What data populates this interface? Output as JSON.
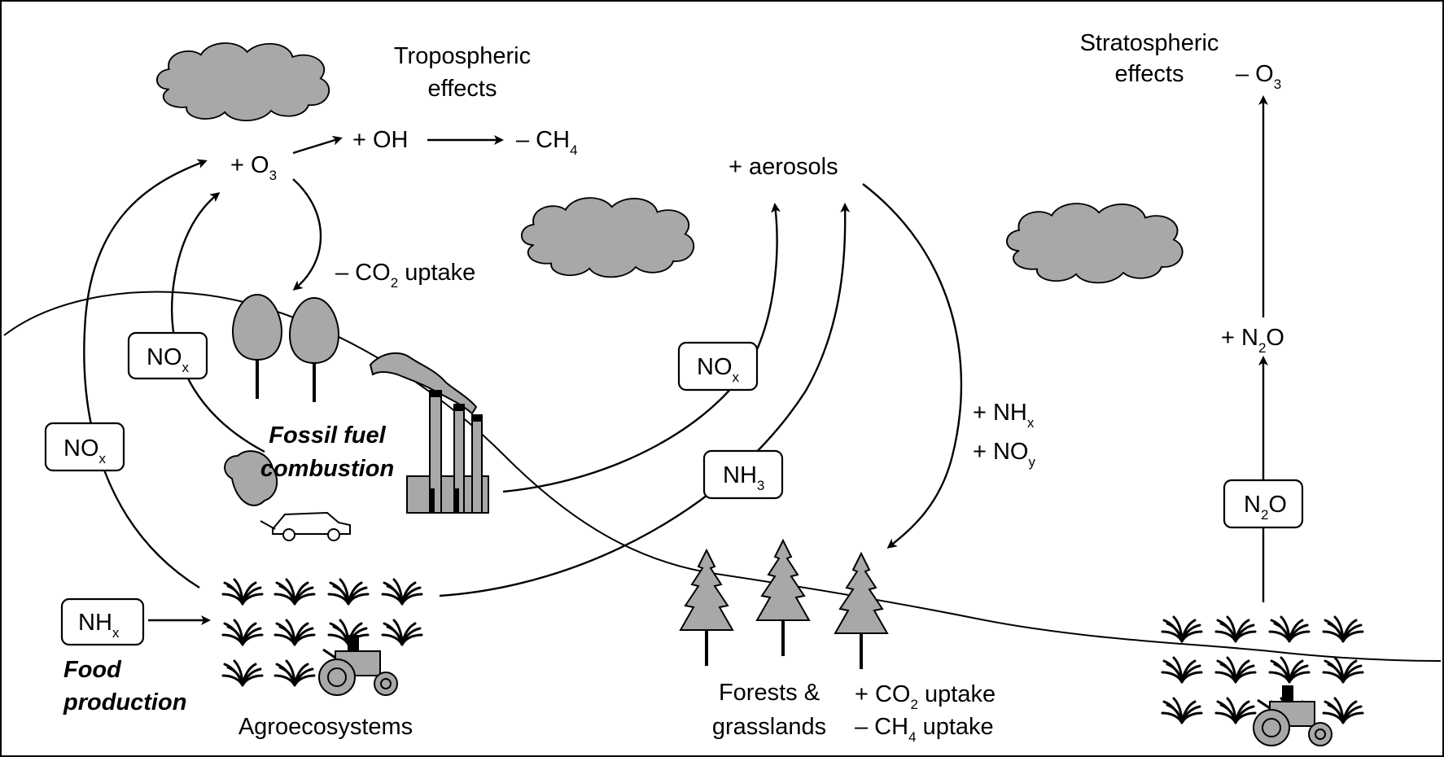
{
  "troposphere": {
    "effects_line1": "Tropospheric",
    "effects_line2": "effects",
    "o3": "+ O",
    "o3_sub": "3",
    "oh": "+ OH",
    "ch4": "– CH",
    "ch4_sub": "4",
    "co2_uptake_pre": "– CO",
    "co2_uptake_sub": "2",
    "co2_uptake_post": " uptake"
  },
  "stratosphere": {
    "effects_line1": "Stratospheric",
    "effects_line2": "effects",
    "o3": "– O",
    "o3_sub": "3",
    "n2o_plus": "+ N",
    "n2o_sub": "2",
    "n2o_post": "O",
    "n2o_box": "N",
    "n2o_box_sub": "2",
    "n2o_box_post": "O"
  },
  "aerosols": "+ aerosols",
  "deposition": {
    "nhx": "+ NH",
    "nhx_sub": "x",
    "noy": "+ NO",
    "noy_sub": "y"
  },
  "boxes": {
    "nox_left": "NO",
    "nox_left_sub": "x",
    "nox_mid": "NO",
    "nox_mid_sub": "x",
    "nox_right": "NO",
    "nox_right_sub": "x",
    "nh3": "NH",
    "nh3_sub": "3",
    "nhx": "NH",
    "nhx_sub": "x"
  },
  "sources": {
    "fossil_line1": "Fossil fuel",
    "fossil_line2": "combustion",
    "food_line1": "Food",
    "food_line2": "production"
  },
  "ecosystems": {
    "agro": "Agroecosystems",
    "forest_line1": "Forests &",
    "forest_line2": "grasslands",
    "co2_pre": "+ CO",
    "co2_sub": "2",
    "co2_post": " uptake",
    "ch4_pre": "– CH",
    "ch4_sub": "4",
    "ch4_post": " uptake"
  },
  "colors": {
    "fill_grey": "#a8a8a8",
    "line": "#000000",
    "background": "#ffffff"
  }
}
